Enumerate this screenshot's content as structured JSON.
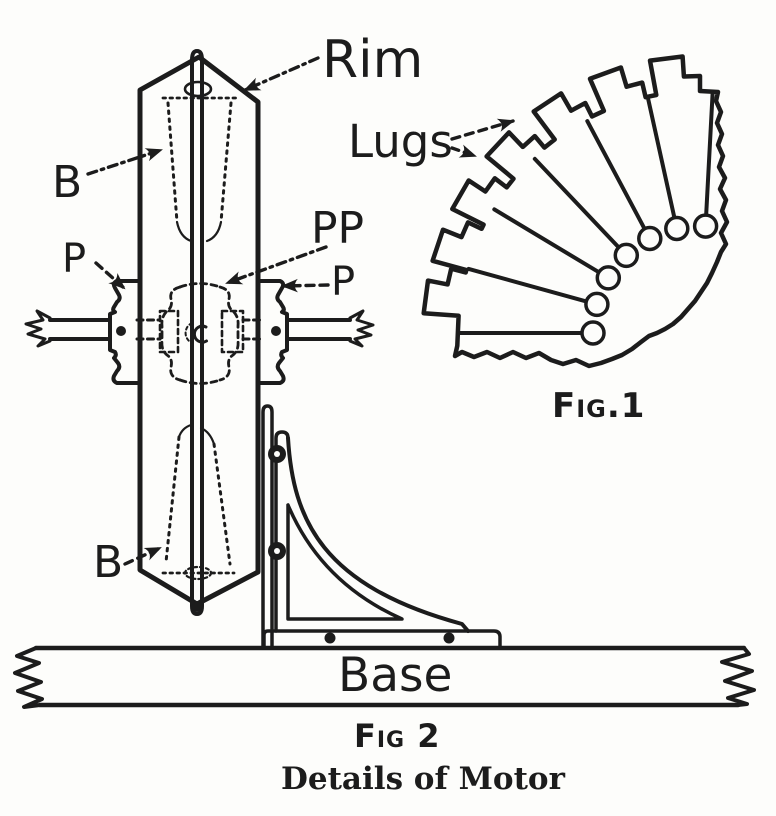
{
  "title": "Details of Motor",
  "colors": {
    "ink": "#1c1c1c",
    "paper": "#fdfdfb"
  },
  "figure1": {
    "caption": "Fig.1",
    "lugs_label": "Lugs",
    "lug_count": 7,
    "strip_angles_deg": [
      87,
      102.5,
      118,
      133.5,
      149,
      164.5,
      180
    ],
    "cap_angles_deg": [
      97,
      110,
      123.5,
      137,
      150,
      161.5,
      172.5
    ]
  },
  "figure2": {
    "caption": "Fig 2",
    "labels": {
      "rim": "Rim",
      "bearing_top": "B",
      "pulley_left": "P",
      "pulley_center": "PP",
      "pulley_right": "P",
      "bearing_bottom": "B",
      "base": "Base"
    }
  },
  "caption": "Details of Motor"
}
